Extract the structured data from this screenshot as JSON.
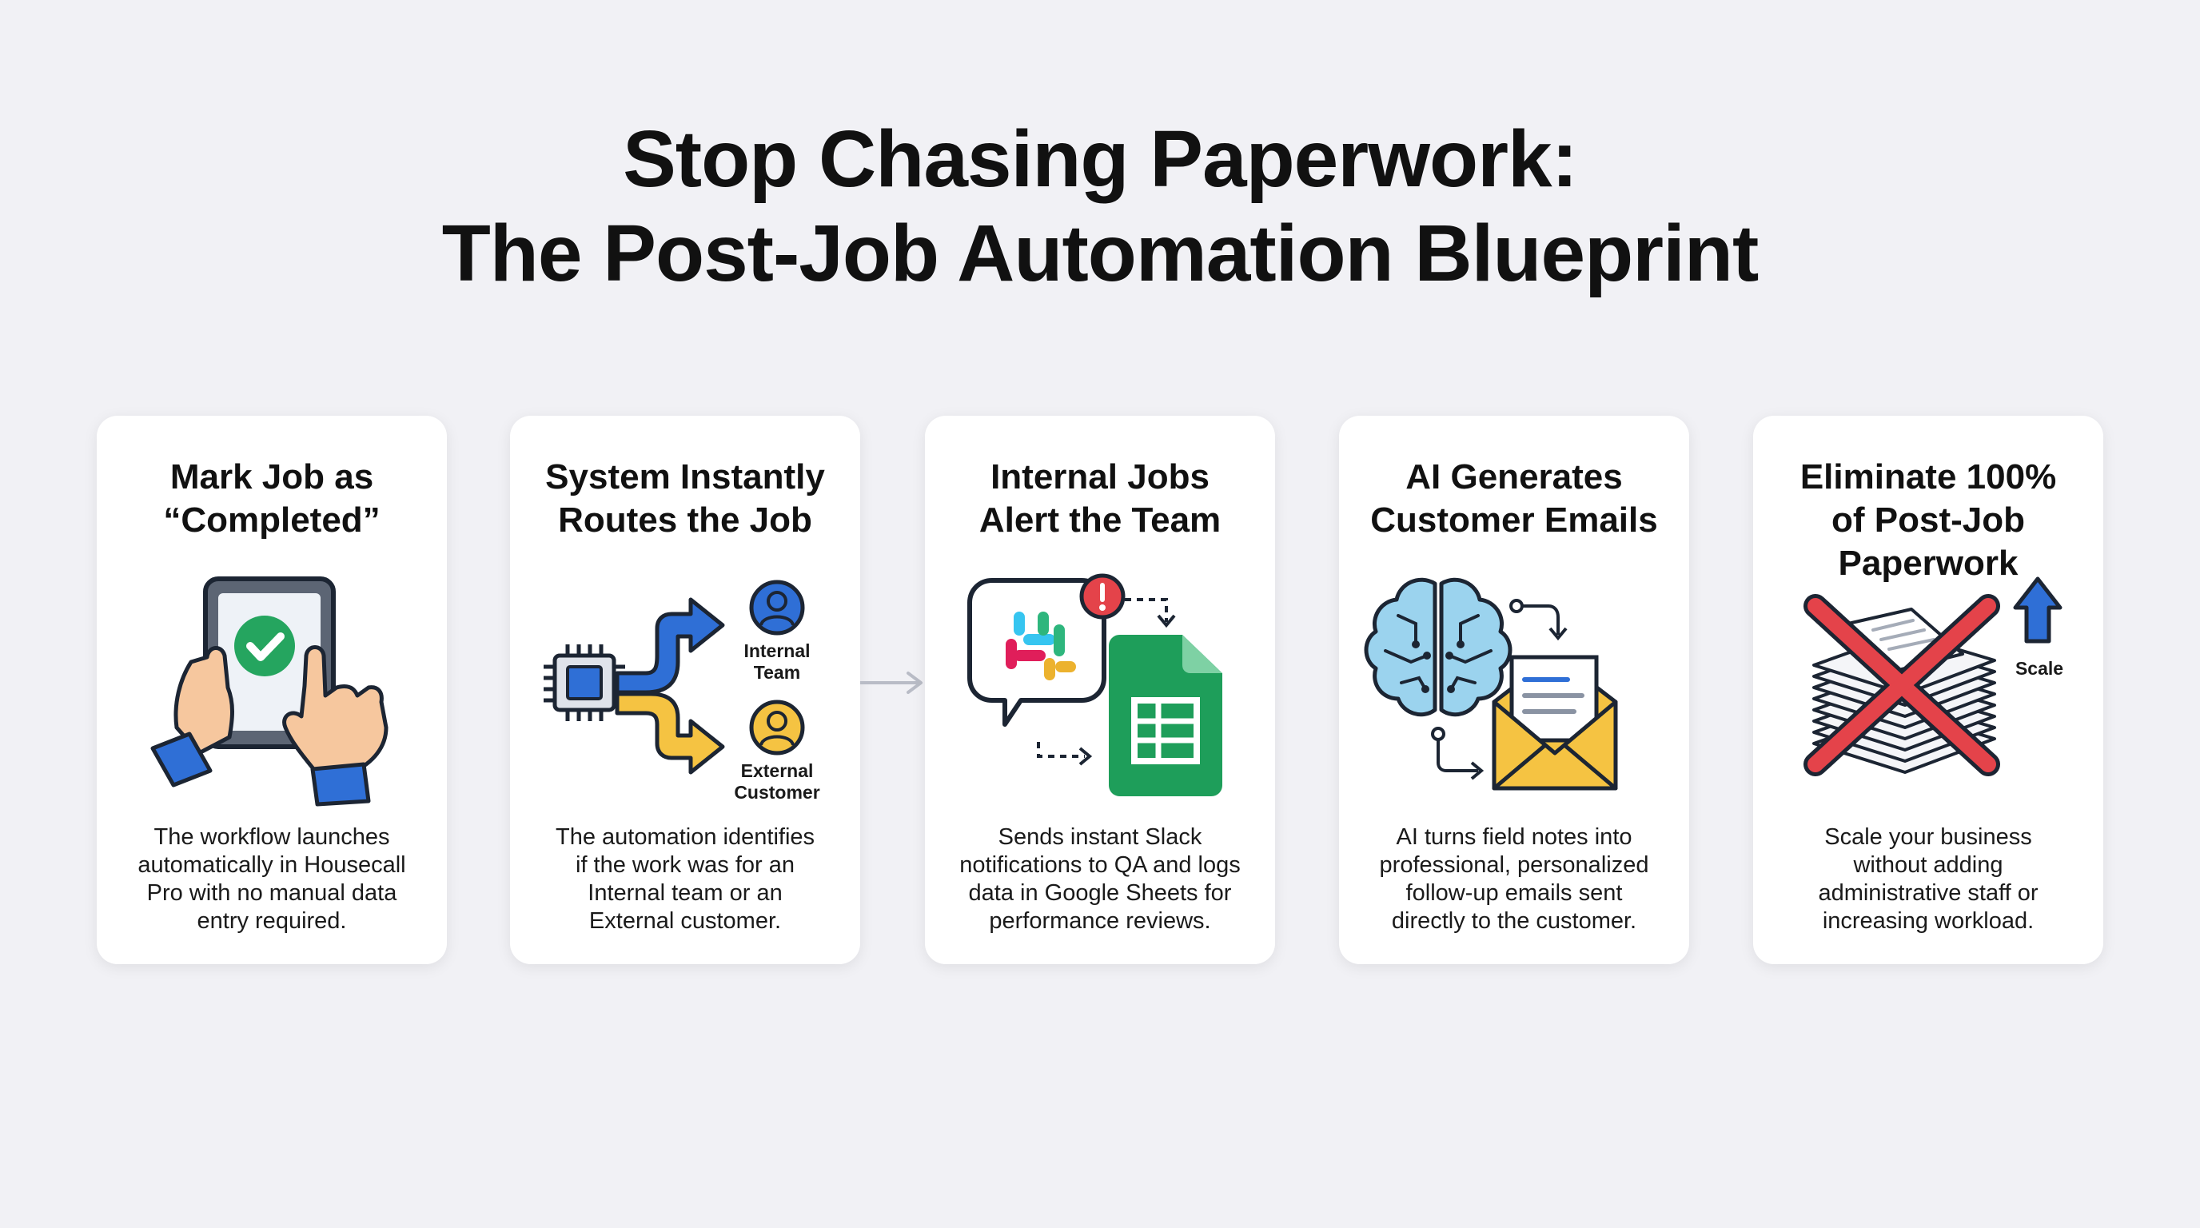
{
  "title": {
    "line1": "Stop Chasing Paperwork:",
    "line2": "The Post-Job Automation Blueprint"
  },
  "steps": [
    {
      "title": "Mark Job as\n“Completed”",
      "description": "The workflow launches\nautomatically in Housecall\nPro with no manual data\nentry required.",
      "icon": "tablet-checkmark-icon"
    },
    {
      "title": "System Instantly\nRoutes the Job",
      "description": "The automation identifies\nif the work was for an\nInternal team or an\nExternal customer.",
      "icon": "routing-chip-icon",
      "labels": {
        "internal_1": "Internal",
        "internal_2": "Team",
        "external_1": "External",
        "external_2": "Customer"
      }
    },
    {
      "title": "Internal Jobs\nAlert the Team",
      "description": "Sends instant Slack\nnotifications to QA and logs\ndata in Google Sheets for\nperformance reviews.",
      "icon": "slack-sheets-icon"
    },
    {
      "title": "AI Generates\nCustomer Emails",
      "description": "AI turns field notes into\nprofessional, personalized\nfollow-up emails sent\ndirectly to the customer.",
      "icon": "brain-email-icon"
    },
    {
      "title": "Eliminate 100%\nof Post-Job\nPaperwork",
      "description": "Scale your business\nwithout adding\nadministrative staff or\nincreasing workload.",
      "icon": "crossed-paperwork-icon",
      "labels": {
        "scale": "Scale"
      }
    }
  ],
  "colors": {
    "background": "#f1f1f5",
    "blue": "#2f6fd6",
    "yellow": "#f5c342",
    "green": "#1e9e5a",
    "red": "#e4434a",
    "skin": "#f6c79e"
  }
}
